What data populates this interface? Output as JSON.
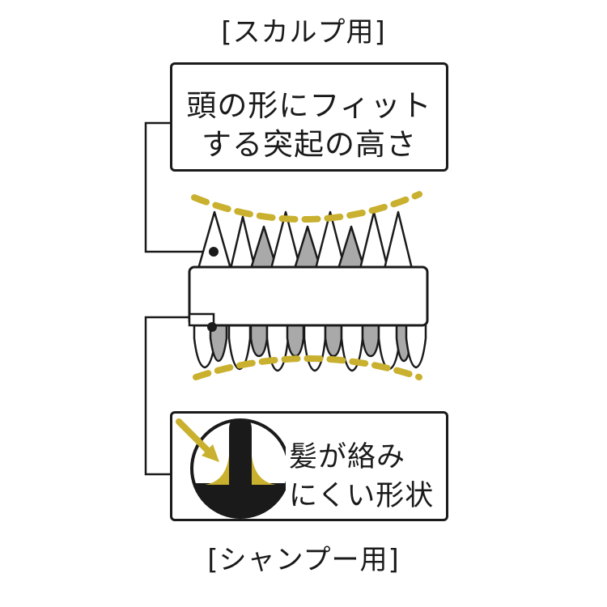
{
  "headings": {
    "scalp": "[スカルプ用]",
    "shampoo": "[シャンプー用]"
  },
  "scalp_callout": {
    "line1": "頭の形にフィット",
    "line2": "する突起の高さ"
  },
  "shampoo_callout": {
    "line1": "髪が絡み",
    "line2": "にくい形状"
  },
  "colors": {
    "accent": "#c9b02e",
    "ink": "#1a1a1a",
    "fill_gray": "#a9a9a9"
  }
}
